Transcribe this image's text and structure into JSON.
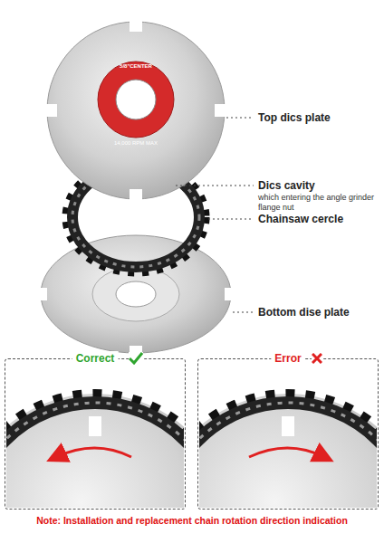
{
  "diagram": {
    "nodes": [
      {
        "text": [
          "Correct"
        ]
      },
      {
        "text": [
          "Error"
        ]
      }
    ],
    "labels": [
      "Top dics plate",
      "5/8\"CENTER",
      "14,000 RPM MAX",
      "Dics cavity",
      "which entering the angle grinder flange nut",
      "Chainsaw cercle",
      "Bottom dise plate",
      "Note: Installation and replacement chain rotation direction indication"
    ]
  }
}
